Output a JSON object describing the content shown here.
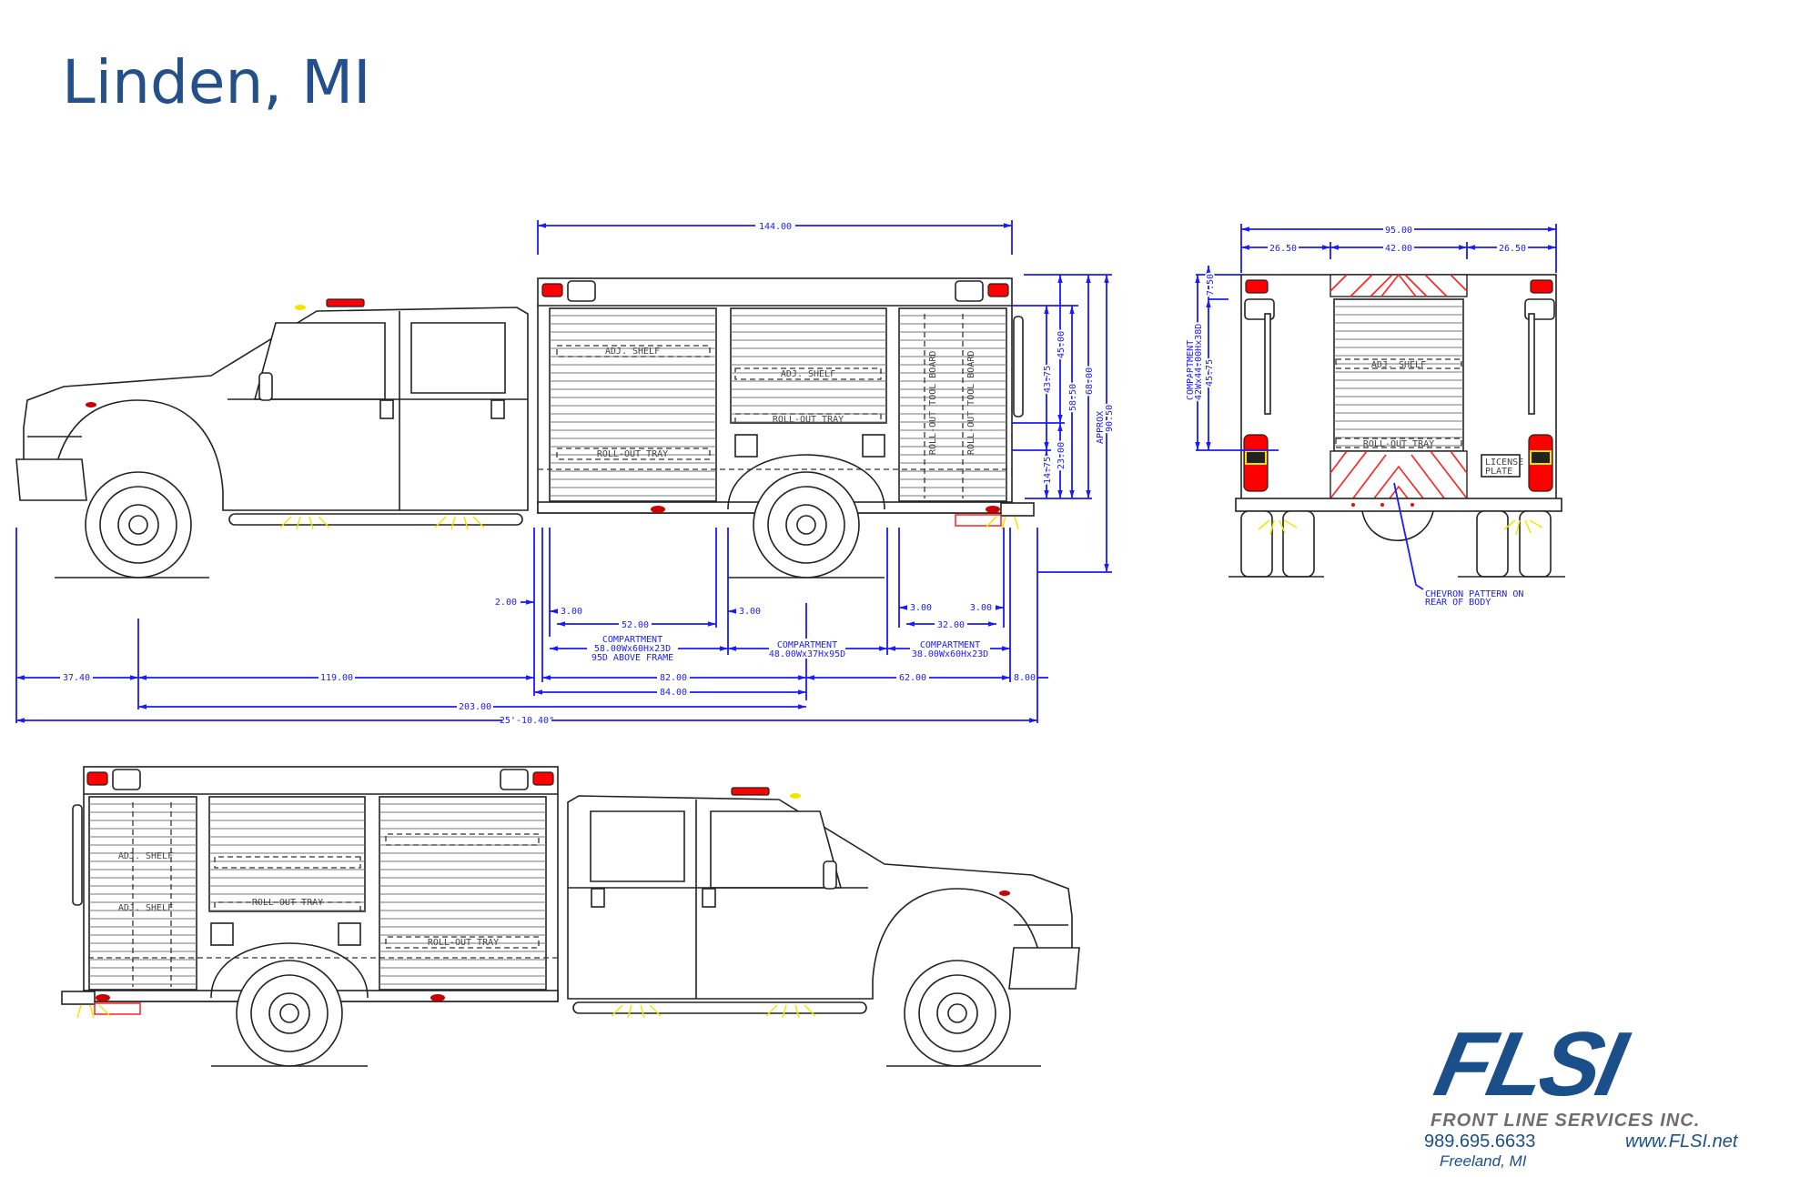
{
  "title": "Linden, MI",
  "side_view": {
    "overall_body_length": "144.00",
    "heights": {
      "h43_75": "43.75",
      "h45_00": "45.00",
      "h58_50": "58.50",
      "h68_00": "68.00",
      "approx_label": "APPROX",
      "h90_50": "90.50",
      "h14_75": "14.75",
      "h23_00": "23.00"
    },
    "small_dims": {
      "gap_2": "2.00",
      "gap_3a": "3.00",
      "gap_3b": "3.00",
      "gap_3c": "3.00",
      "gap_3d": "3.00",
      "door_52": "52.00",
      "door_32": "32.00"
    },
    "compartments": [
      {
        "line1": "COMPARTMENT",
        "line2": "58.00Wx60Hx23D",
        "line3": "95D ABOVE FRAME"
      },
      {
        "line1": "COMPARTMENT",
        "line2": "48.00Wx37Hx95D"
      },
      {
        "line1": "COMPARTMENT",
        "line2": "38.00Wx60Hx23D"
      }
    ],
    "lengths": {
      "front_overhang": "37.40",
      "cab_to_body": "119.00",
      "body_front_to_axle": "82.00",
      "axle_to_body_rear": "62.00",
      "rear_step": "8.00",
      "axle_84": "84.00",
      "wheelbase": "203.00",
      "overall": "25'-10.40\""
    },
    "body_labels": {
      "adj_shelf": "ADJ. SHELF",
      "roll_out_tray": "ROLL-OUT TRAY",
      "tool_board": "ROLL-OUT TOOL BOARD"
    }
  },
  "rear_view": {
    "width_total": "95.00",
    "width_left": "26.50",
    "width_center": "42.00",
    "width_right": "26.50",
    "top_7_50": "7.50",
    "compartment_label": "COMPARTMENT",
    "compartment_size": "42Wx44.00Hx38D",
    "height_45_75": "45.75",
    "adj_shelf": "ADJ. SHELF",
    "roll_out_tray": "ROLL-OUT TRAY",
    "license_line1": "LICENSE",
    "license_line2": "PLATE",
    "note_line1": "CHEVRON PATTERN ON",
    "note_line2": "REAR OF BODY"
  },
  "colors": {
    "title": "#23508a",
    "dimension": "#1a1aff",
    "logo_blue": "#1b4f8a",
    "logo_gray": "#6e6e6e",
    "warning_red": "#ff0000"
  },
  "logo": {
    "mark": "FLSI",
    "company": "FRONT LINE SERVICES INC.",
    "phone": "989.695.6633",
    "website": "www.FLSI.net",
    "city": "Freeland, MI"
  }
}
